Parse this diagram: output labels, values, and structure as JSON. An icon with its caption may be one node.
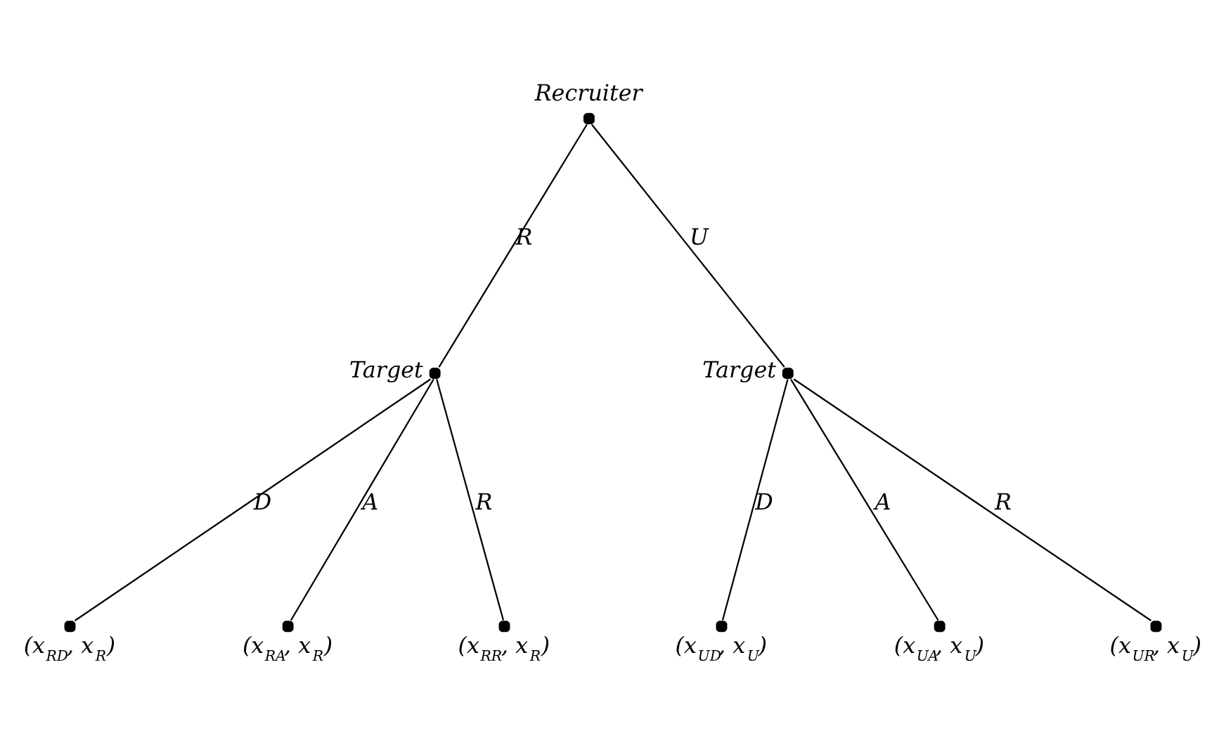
{
  "diagram": {
    "nodes": [
      {
        "text": [],
        "shape": "circle",
        "beside": [
          "Recruiter"
        ]
      },
      {
        "text": [],
        "shape": "circle",
        "beside": [
          "Target"
        ]
      },
      {
        "text": [],
        "shape": "circle",
        "beside": [
          "Target"
        ]
      },
      {
        "text": [],
        "shape": "circle",
        "beside": [
          "(x$_{RD}$, x$_{R}$)"
        ]
      },
      {
        "text": [],
        "shape": "circle",
        "beside": [
          "(x$_{RA}$, x$_{R}$)"
        ]
      },
      {
        "text": [],
        "shape": "circle",
        "beside": [
          "(x$_{RR}$, x$_{R}$)"
        ]
      },
      {
        "text": [],
        "shape": "circle",
        "beside": [
          "(x$_{UD}$, x$_{U}$)"
        ]
      },
      {
        "text": [],
        "shape": "circle",
        "beside": [
          "(x$_{UA}$, x$_{U}$)"
        ]
      },
      {
        "text": [],
        "shape": "circle",
        "beside": [
          "(x$_{UR}$, x$_{U}$)"
        ]
      }
    ],
    "edges": [
      {
        "from": 0,
        "to": 1,
        "arrow": "none",
        "label": "R"
      },
      {
        "from": 0,
        "to": 2,
        "arrow": "none",
        "label": "U"
      },
      {
        "from": 1,
        "to": 3,
        "arrow": "none",
        "label": "D"
      },
      {
        "from": 1,
        "to": 4,
        "arrow": "none",
        "label": "A"
      },
      {
        "from": 1,
        "to": 5,
        "arrow": "none",
        "label": "R"
      },
      {
        "from": 2,
        "to": 6,
        "arrow": "none",
        "label": "D"
      },
      {
        "from": 2,
        "to": 7,
        "arrow": "none",
        "label": "A"
      },
      {
        "from": 2,
        "to": 8,
        "arrow": "none",
        "label": "R"
      }
    ]
  }
}
